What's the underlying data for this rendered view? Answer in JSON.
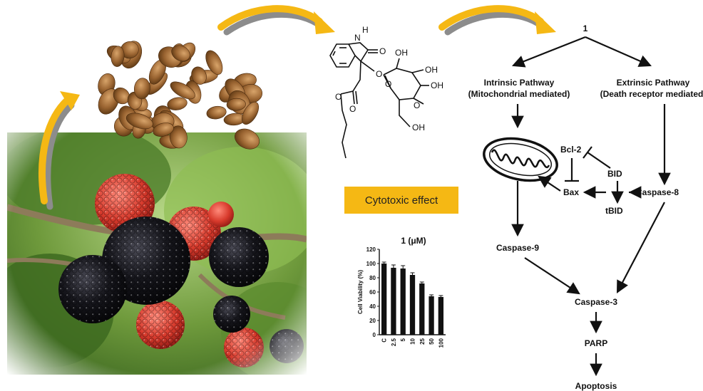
{
  "compound_label": "1",
  "cytotoxic_label": "Cytotoxic effect",
  "structure": {
    "atoms": [
      "N",
      "H",
      "O",
      "O",
      "O",
      "OH",
      "OH",
      "OH",
      "O",
      "OH",
      "O",
      "O"
    ]
  },
  "pathway": {
    "top": "1",
    "intrinsic_line1": "Intrinsic Pathway",
    "intrinsic_line2": "(Mitochondrial mediated)",
    "extrinsic_line1": "Extrinsic Pathway",
    "extrinsic_line2": "(Death receptor mediated)",
    "bcl2": "Bcl-2",
    "bid": "BID",
    "bax": "Bax",
    "tbid": "tBID",
    "caspase8": "Caspase-8",
    "caspase9": "Caspase-9",
    "caspase3": "Caspase-3",
    "parp": "PARP",
    "apoptosis": "Apoptosis"
  },
  "colors": {
    "arrow_yellow": "#f5b814",
    "arrow_gray": "#8c8c8c",
    "label_bg": "#f5b814"
  },
  "chart_data": {
    "type": "bar",
    "title": "1 (μM)",
    "ylabel": "Cell Viability (%)",
    "xlabel": "",
    "categories": [
      "C",
      "2.5",
      "5",
      "10",
      "25",
      "50",
      "100"
    ],
    "values": [
      100,
      94,
      93,
      84,
      72,
      54,
      53
    ],
    "errors": [
      2,
      4,
      4,
      3,
      2,
      2,
      2
    ],
    "ylim": [
      0,
      120
    ],
    "yticks": [
      0,
      20,
      40,
      60,
      80,
      100,
      120
    ],
    "grid": false
  }
}
